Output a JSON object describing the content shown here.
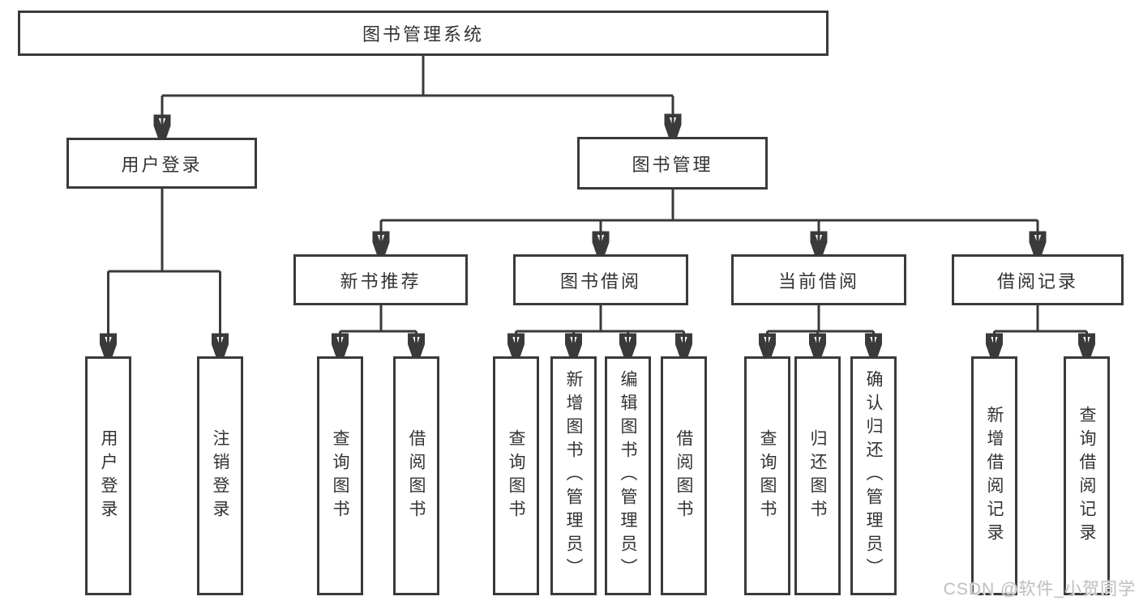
{
  "diagram": {
    "root": {
      "label": "图书管理系统"
    },
    "level2": [
      {
        "label": "用户登录"
      },
      {
        "label": "图书管理"
      }
    ],
    "level3": [
      {
        "label": "新书推荐"
      },
      {
        "label": "图书借阅"
      },
      {
        "label": "当前借阅"
      },
      {
        "label": "借阅记录"
      }
    ],
    "leaves": {
      "user_login": [
        "用户登录",
        "注销登录"
      ],
      "new_book_recommend": [
        "查询图书",
        "借阅图书"
      ],
      "book_borrowing": [
        "查询图书",
        "新增图书（管理员）",
        "编辑图书（管理员）",
        "借阅图书"
      ],
      "current_borrowing": [
        "查询图书",
        "归还图书",
        "确认归还（管理员）"
      ],
      "borrowing_records": [
        "新增借阅记录",
        "查询借阅记录"
      ]
    }
  },
  "watermark": {
    "text": "CSDN @软件_小贺同学"
  },
  "colors": {
    "line": "#3a3a3a",
    "text": "#333333",
    "watermark": "#c1c0c0",
    "background": "#ffffff"
  }
}
